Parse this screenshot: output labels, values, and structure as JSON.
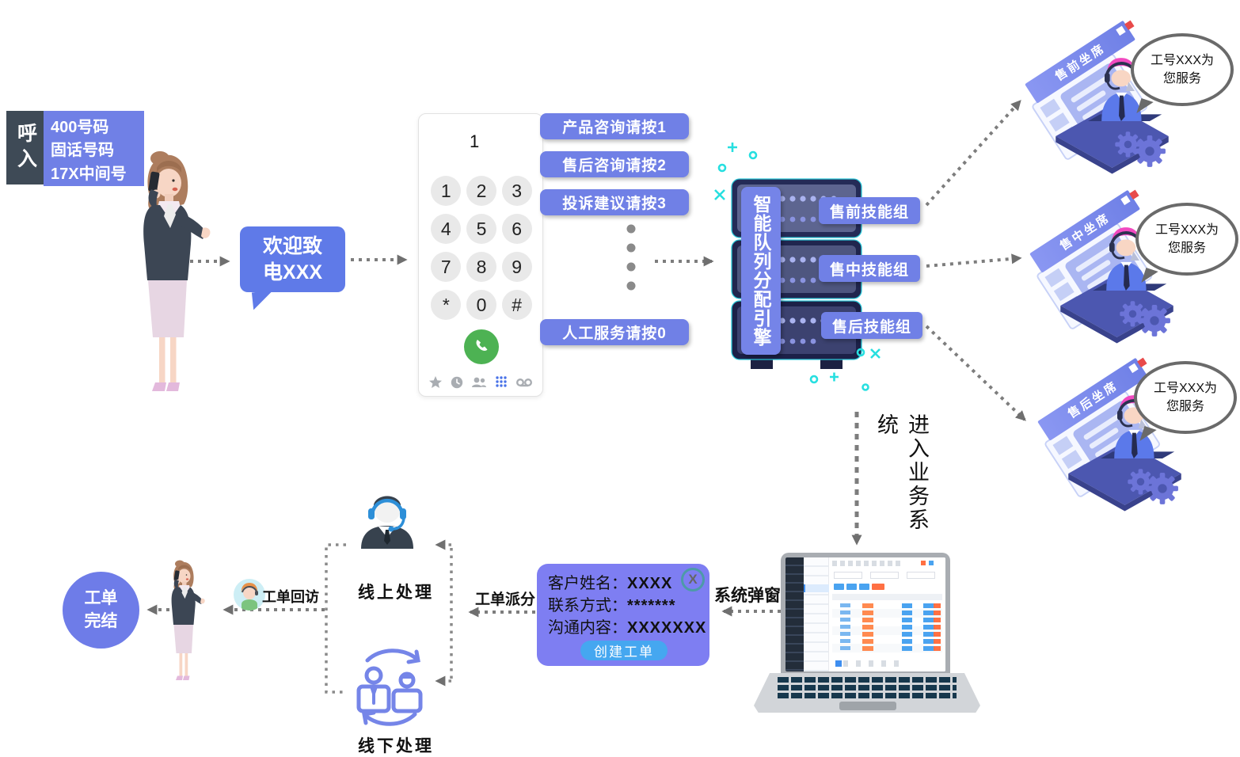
{
  "colors": {
    "accent_blue": "#7080e6",
    "popup_purple": "#7e7ef2",
    "button_blue": "#45a7f0",
    "call_green": "#4db253",
    "decor_cyan": "#27dfe0",
    "dark_badge": "#3e4a56"
  },
  "callin": {
    "tag": "呼入",
    "lines": [
      "400号码",
      "固话号码",
      "17X中间号"
    ]
  },
  "welcome": {
    "line1": "欢迎致",
    "line2": "电XXX"
  },
  "dialer": {
    "typed": "1",
    "keys": [
      "1",
      "2",
      "3",
      "4",
      "5",
      "6",
      "7",
      "8",
      "9",
      "*",
      "0",
      "#"
    ]
  },
  "ivr": [
    "产品咨询请按1",
    "售后咨询请按2",
    "投诉建议请按3",
    "人工服务请按0"
  ],
  "engine": {
    "label": "智能队列分配引擎"
  },
  "skills": [
    "售前技能组",
    "售中技能组",
    "售后技能组"
  ],
  "agents": [
    {
      "seat": "售前坐席",
      "bubble1": "工号XXX为",
      "bubble2": "您服务"
    },
    {
      "seat": "售中坐席",
      "bubble1": "工号XXX为",
      "bubble2": "您服务"
    },
    {
      "seat": "售后坐席",
      "bubble1": "工号XXX为",
      "bubble2": "您服务"
    }
  ],
  "flow": {
    "enter_system": "进入业务系统",
    "system_popup": "系统弹窗",
    "dispatch": "工单派分",
    "revisit": "工单回访",
    "online": "线上处理",
    "offline": "线下处理"
  },
  "popup": {
    "fields": [
      {
        "label": "客户姓名：",
        "value": "XXXX"
      },
      {
        "label": "联系方式：",
        "value": "*******"
      },
      {
        "label": "沟通内容：",
        "value": "XXXXXXX"
      }
    ],
    "close": "X",
    "button": "创建工单"
  },
  "finish": {
    "line1": "工单",
    "line2": "完结"
  }
}
